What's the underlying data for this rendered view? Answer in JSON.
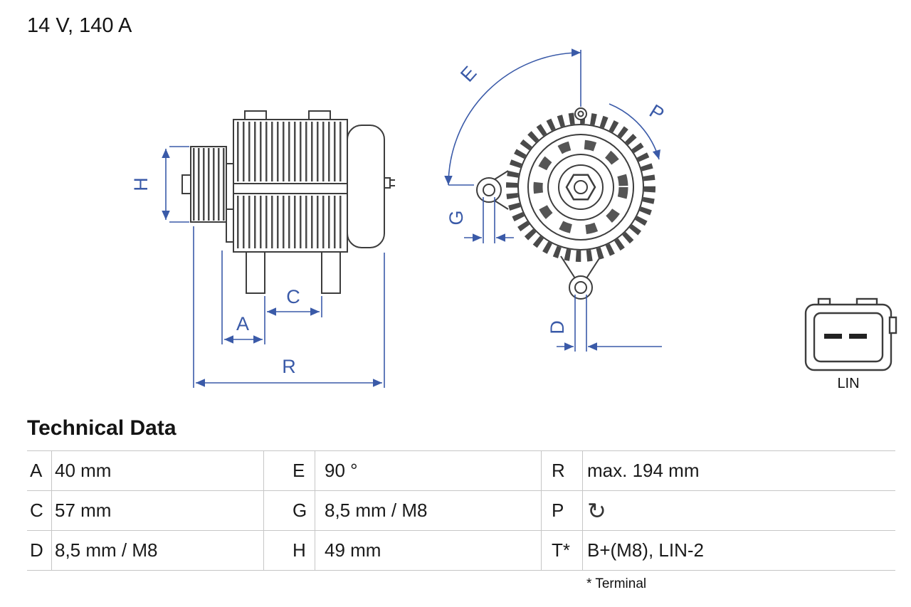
{
  "header": {
    "rating": "14 V, 140 A"
  },
  "drawing": {
    "labels": {
      "H": "H",
      "A": "A",
      "C": "C",
      "R": "R",
      "E": "E",
      "G": "G",
      "P": "P",
      "D": "D"
    },
    "connector": {
      "label": "LIN"
    },
    "colors": {
      "dimension_blue": "#3a5aa8",
      "outline_dark": "#3d3d3d"
    }
  },
  "technical_data": {
    "title": "Technical Data",
    "rows": [
      [
        {
          "label": "A",
          "value": "40 mm"
        },
        {
          "label": "E",
          "value": "90 °"
        },
        {
          "label": "R",
          "value": "max. 194 mm"
        }
      ],
      [
        {
          "label": "C",
          "value": "57 mm"
        },
        {
          "label": "G",
          "value": "8,5 mm / M8"
        },
        {
          "label": "P",
          "value": "",
          "icon": "rotation-cw-icon",
          "icon_glyph": "↻"
        }
      ],
      [
        {
          "label": "D",
          "value": "8,5 mm / M8"
        },
        {
          "label": "H",
          "value": "49 mm"
        },
        {
          "label": "T*",
          "value": "B+(M8), LIN-2"
        }
      ]
    ],
    "footnote": "* Terminal"
  }
}
